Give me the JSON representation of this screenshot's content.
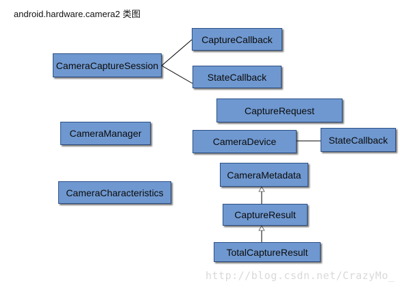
{
  "title": "android.hardware.camera2 类图",
  "nodes": {
    "camera_capture_session": "CameraCaptureSession",
    "capture_callback": "CaptureCallback",
    "session_state_callback": "StateCallback",
    "capture_request": "CaptureRequest",
    "camera_manager": "CameraManager",
    "camera_device": "CameraDevice",
    "device_state_callback": "StateCallback",
    "camera_metadata": "CameraMetadata",
    "camera_characteristics": "CameraCharacteristics",
    "capture_result": "CaptureResult",
    "total_capture_result": "TotalCaptureResult"
  },
  "edges": [
    {
      "from": "CameraCaptureSession",
      "to": "CaptureCallback",
      "type": "association"
    },
    {
      "from": "CameraCaptureSession",
      "to": "StateCallback",
      "type": "association"
    },
    {
      "from": "CameraDevice",
      "to": "StateCallback",
      "type": "association"
    },
    {
      "from": "CaptureResult",
      "to": "CameraMetadata",
      "type": "generalization"
    },
    {
      "from": "TotalCaptureResult",
      "to": "CaptureResult",
      "type": "generalization"
    }
  ],
  "watermark": "http://blog.csdn.net/CrazyMo_"
}
